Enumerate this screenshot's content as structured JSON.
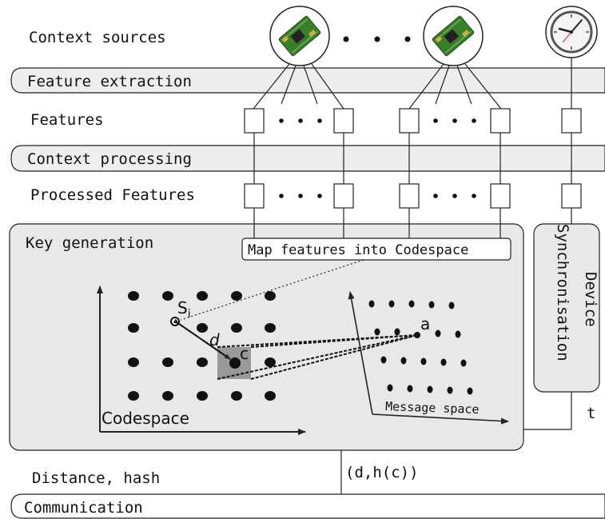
{
  "labels": {
    "context_sources": "Context sources",
    "feature_extraction": "Feature extraction",
    "features": "Features",
    "context_processing": "Context processing",
    "processed_features": "Processed Features",
    "key_generation": "Key generation",
    "map_features": "Map features into Codespace",
    "device_synchronisation_line1": "Device",
    "device_synchronisation_line2": "Synchronisation",
    "codespace": "Codespace",
    "message_space": "Message space",
    "si": "S",
    "si_sub": "i",
    "d": "d",
    "c": "c",
    "a": "a",
    "t": "t",
    "distance_hash": "Distance, hash",
    "d_hash": "(d,h(c))",
    "communication": "Communication",
    "ellipsis": "• • •"
  },
  "colors": {
    "band_fill": "#eeeeee",
    "panel_fill": "#e8e8e8",
    "stroke": "#222222",
    "highlight": "#999999"
  },
  "icons": {
    "sensor_board": "circuit-board-icon",
    "clock": "clock-icon"
  }
}
